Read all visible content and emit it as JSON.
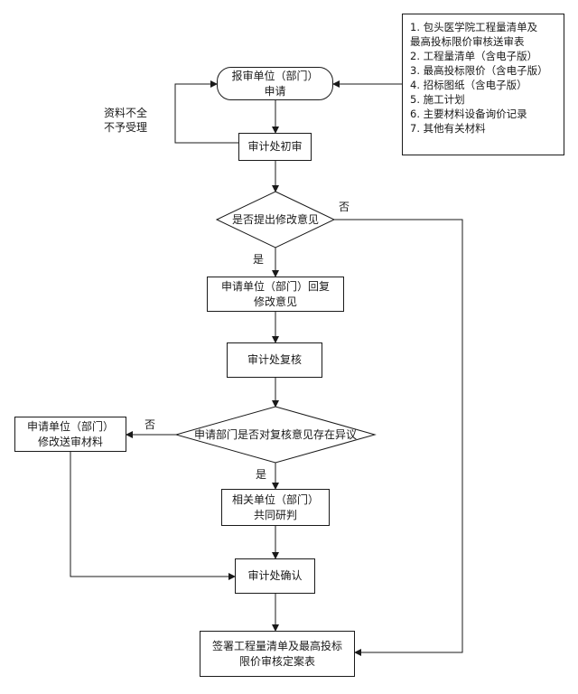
{
  "requirements": [
    "1. 包头医学院工程量清单及",
    "最高投标限价审核送审表",
    "2. 工程量清单（含电子版）",
    "3. 最高投标限价（含电子版）",
    "4. 招标图纸（含电子版）",
    "5. 施工计划",
    "6. 主要材料设备询价记录",
    "7. 其他有关材料"
  ],
  "nodes": {
    "start": [
      "报审单位（部门）",
      "申请"
    ],
    "first_review": [
      "审计处初审"
    ],
    "decision1": "是否提出修改意见",
    "reply": [
      "申请单位（部门）回复",
      "修改意见"
    ],
    "re_review": [
      "审计处复核"
    ],
    "decision2": "申请部门是否对复核意见存在异议",
    "modify": [
      "申请单位（部门）",
      "修改送审材料"
    ],
    "joint": [
      "相关单位（部门）",
      "共同研判"
    ],
    "confirm": [
      "审计处确认"
    ],
    "final": [
      "签署工程量清单及最高投标",
      "限价审核定案表"
    ]
  },
  "labels": {
    "incomplete": [
      "资料不全",
      "不予受理"
    ],
    "no1": "否",
    "yes1": "是",
    "no2": "否",
    "yes2": "是"
  }
}
